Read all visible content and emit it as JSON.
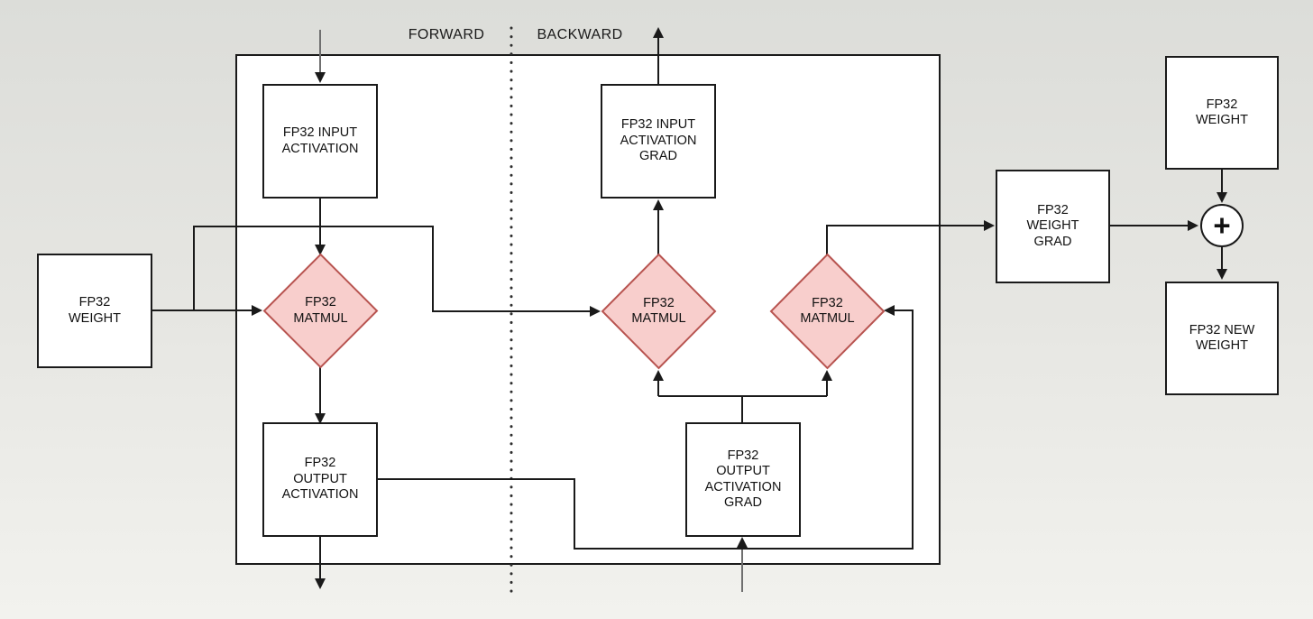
{
  "palette": {
    "background_top": "#dcddd9",
    "background_bottom": "#f2f2ee",
    "node_fill": "#ffffff",
    "node_border": "#1a1a1a",
    "matmul_fill": "#f8cecc",
    "matmul_border": "#b85450",
    "edge_color": "#1a1a1a"
  },
  "header": {
    "forward_label": "FORWARD",
    "backward_label": "BACKWARD"
  },
  "nodes": {
    "input_activation": "FP32 INPUT\nACTIVATION",
    "input_activation_grad": "FP32 INPUT\nACTIVATION\nGRAD",
    "weight": "FP32\nWEIGHT",
    "forward_matmul": "FP32\nMATMUL",
    "input_grad_matmul": "FP32\nMATMUL",
    "weight_grad_matmul": "FP32\nMATMUL",
    "output_activation": "FP32\nOUTPUT\nACTIVATION",
    "output_activation_grad": "FP32\nOUTPUT\nACTIVATION\nGRAD",
    "weight_grad": "FP32\nWEIGHT\nGRAD",
    "weight_update": "FP32\nWEIGHT",
    "new_weight": "FP32 NEW\nWEIGHT",
    "plus_operator": "+"
  }
}
